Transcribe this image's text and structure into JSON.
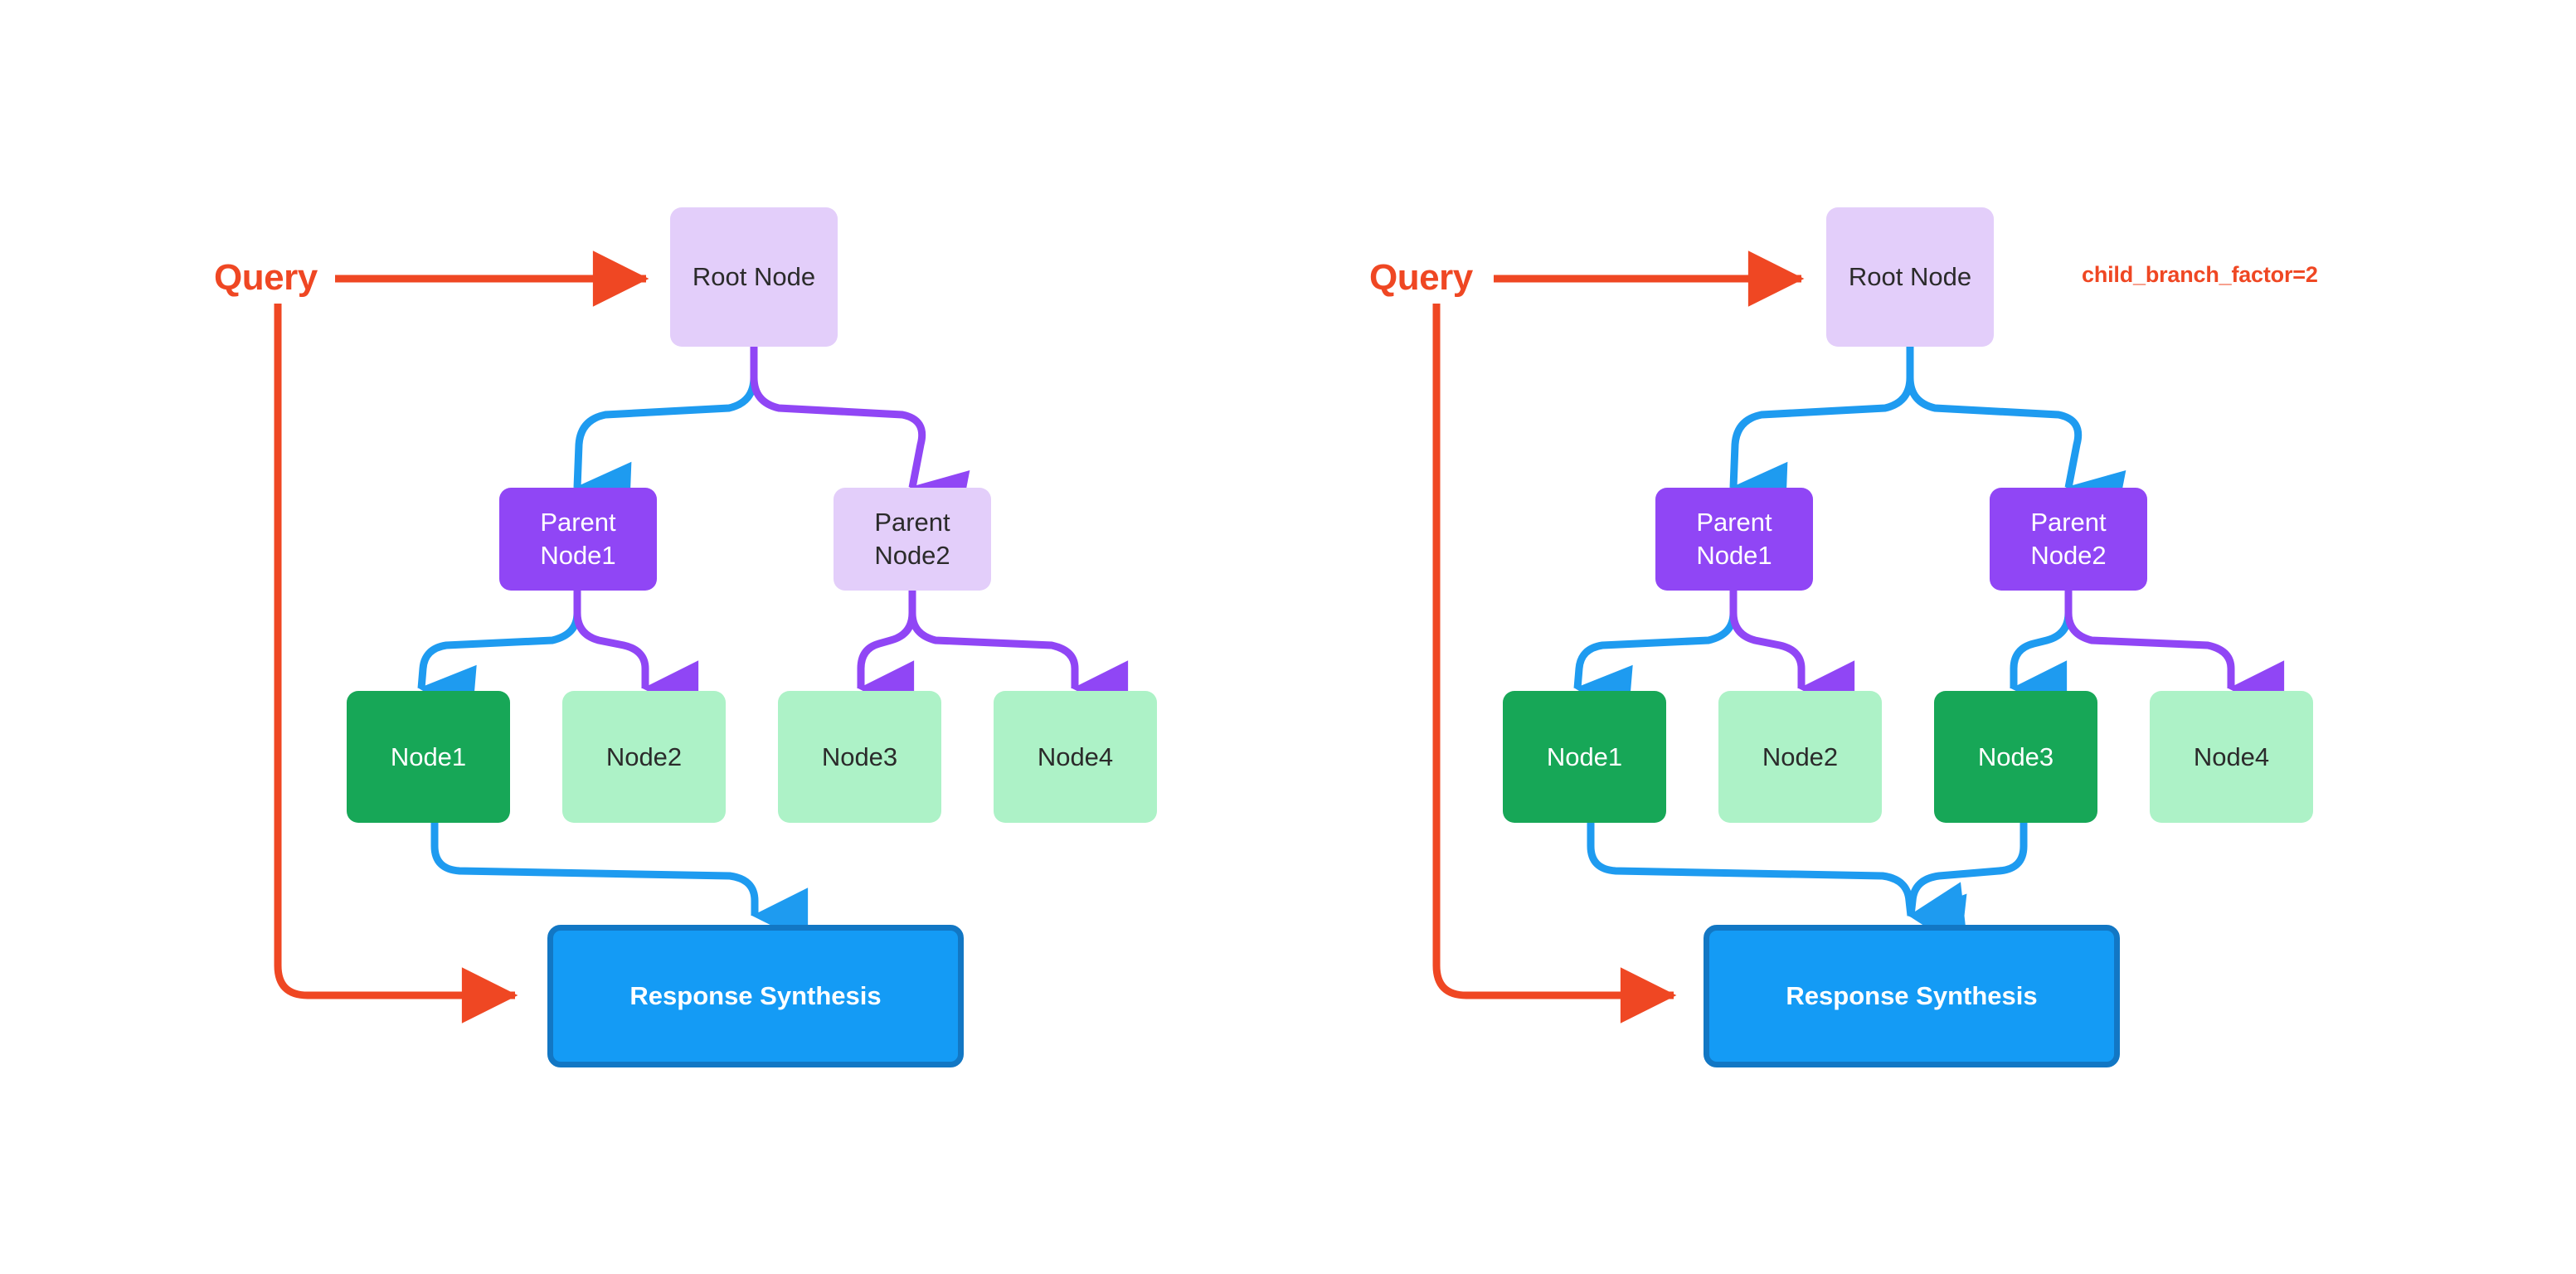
{
  "palette": {
    "query_orange": "#EF4723",
    "blue_edge": "#1E9BF0",
    "purple_edge": "#9046F5",
    "root_fill": "#E3CEFA",
    "root_text": "#2B2B2B",
    "parent_active_fill": "#9046F5",
    "parent_active_text": "#FFFFFF",
    "parent_inactive_fill": "#E3CEFA",
    "parent_inactive_text": "#2B2B2B",
    "leaf_active_fill": "#17A757",
    "leaf_active_text": "#FFFFFF",
    "leaf_inactive_fill": "#ADF2C7",
    "leaf_inactive_text": "#2B2B2B",
    "synth_fill": "#149BF5",
    "synth_border": "#1277C4",
    "synth_text": "#FFFFFF",
    "background": "#FFFFFF"
  },
  "diagrams": [
    {
      "id": "left",
      "query_label": "Query",
      "annotation": "",
      "root": {
        "label": "Root Node"
      },
      "parents": [
        {
          "label": "Parent\nNode1",
          "state": "active"
        },
        {
          "label": "Parent\nNode2",
          "state": "inactive"
        }
      ],
      "leaves": [
        {
          "label": "Node1",
          "state": "active"
        },
        {
          "label": "Node2",
          "state": "inactive"
        },
        {
          "label": "Node3",
          "state": "inactive"
        },
        {
          "label": "Node4",
          "state": "inactive"
        }
      ],
      "synthesis": {
        "label": "Response Synthesis"
      },
      "edges": {
        "root_to_parents": [
          "blue",
          "purple"
        ],
        "parent1_to_leaves": [
          "blue",
          "purple"
        ],
        "parent2_to_leaves": [
          "purple",
          "purple"
        ],
        "leaves_to_synthesis": [
          "Node1"
        ]
      }
    },
    {
      "id": "right",
      "query_label": "Query",
      "annotation": "child_branch_factor=2",
      "root": {
        "label": "Root Node"
      },
      "parents": [
        {
          "label": "Parent\nNode1",
          "state": "active"
        },
        {
          "label": "Parent\nNode2",
          "state": "active"
        }
      ],
      "leaves": [
        {
          "label": "Node1",
          "state": "active"
        },
        {
          "label": "Node2",
          "state": "inactive"
        },
        {
          "label": "Node3",
          "state": "active"
        },
        {
          "label": "Node4",
          "state": "inactive"
        }
      ],
      "synthesis": {
        "label": "Response Synthesis"
      },
      "edges": {
        "root_to_parents": [
          "blue",
          "blue"
        ],
        "parent1_to_leaves": [
          "blue",
          "purple"
        ],
        "parent2_to_leaves": [
          "blue",
          "purple"
        ],
        "leaves_to_synthesis": [
          "Node1",
          "Node3"
        ]
      }
    }
  ]
}
